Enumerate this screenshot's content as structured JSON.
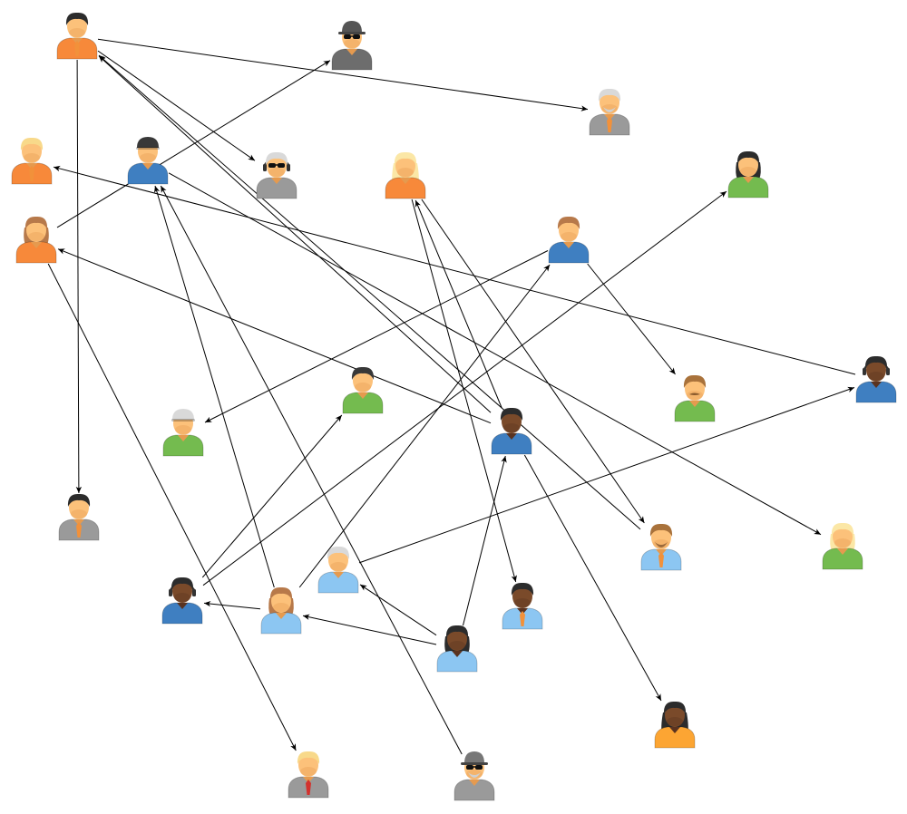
{
  "colors": {
    "skin": "#fcc17a",
    "skin_shade": "#e59a4f",
    "edge": "#000000",
    "shirts": {
      "orange": "#f7893a",
      "blue": "#3f7fc1",
      "light_blue": "#8cc6f2",
      "green": "#74bb4f",
      "gray": "#9a9a9a",
      "dark_gray": "#6d6d6d",
      "bright_orange": "#fca533"
    },
    "hair": {
      "black": "#2c2c2c",
      "dark": "#383838",
      "brown": "#a9723b",
      "blonde": "#f8d98a",
      "light_blonde": "#fbe7a6",
      "gray": "#d9d9d9",
      "auburn": "#b7794a"
    }
  },
  "nodes": [
    {
      "id": "n1",
      "icon": "person-icon",
      "shirt": "orange",
      "hair": "black",
      "skin": "light",
      "accessory": "tie"
    },
    {
      "id": "n2",
      "icon": "spy-icon",
      "shirt": "dark_gray",
      "hair": "dark",
      "skin": "light",
      "accessory": "sunglasses-hat"
    },
    {
      "id": "n3",
      "icon": "person-icon",
      "shirt": "gray",
      "hair": "gray",
      "skin": "light",
      "accessory": "beard-tie"
    },
    {
      "id": "n4",
      "icon": "person-icon",
      "shirt": "orange",
      "hair": "blonde",
      "skin": "light",
      "accessory": "tie"
    },
    {
      "id": "n5",
      "icon": "person-icon",
      "shirt": "blue",
      "hair": "dark",
      "skin": "light",
      "accessory": "cap"
    },
    {
      "id": "n6",
      "icon": "support-icon",
      "shirt": "gray",
      "hair": "gray",
      "skin": "light",
      "accessory": "headset-sunglasses"
    },
    {
      "id": "n7",
      "icon": "person-icon",
      "shirt": "orange",
      "hair": "light_blonde",
      "skin": "light",
      "accessory": "long-hair"
    },
    {
      "id": "n8",
      "icon": "person-icon",
      "shirt": "green",
      "hair": "black",
      "skin": "light",
      "accessory": "bob-hair"
    },
    {
      "id": "n9",
      "icon": "person-icon",
      "shirt": "orange",
      "hair": "auburn",
      "skin": "light",
      "accessory": "bob-hair"
    },
    {
      "id": "n10",
      "icon": "person-icon",
      "shirt": "blue",
      "hair": "auburn",
      "skin": "light",
      "accessory": "none"
    },
    {
      "id": "n11",
      "icon": "person-icon",
      "shirt": "green",
      "hair": "dark",
      "skin": "light",
      "accessory": "none"
    },
    {
      "id": "n12",
      "icon": "person-icon",
      "shirt": "green",
      "hair": "gray",
      "skin": "light",
      "accessory": "cap"
    },
    {
      "id": "n13",
      "icon": "person-icon",
      "shirt": "blue",
      "hair": "black",
      "skin": "dark",
      "accessory": "none"
    },
    {
      "id": "n14",
      "icon": "person-icon",
      "shirt": "green",
      "hair": "brown",
      "skin": "light",
      "accessory": "mustache"
    },
    {
      "id": "n15",
      "icon": "support-icon",
      "shirt": "blue",
      "hair": "black",
      "skin": "dark",
      "accessory": "headset"
    },
    {
      "id": "n16",
      "icon": "person-icon",
      "shirt": "gray",
      "hair": "black",
      "skin": "light",
      "accessory": "tie"
    },
    {
      "id": "n17",
      "icon": "person-icon",
      "shirt": "light_blue",
      "hair": "brown",
      "skin": "light",
      "accessory": "beard-tie"
    },
    {
      "id": "n18",
      "icon": "person-icon",
      "shirt": "green",
      "hair": "light_blonde",
      "skin": "light",
      "accessory": "bob-hair"
    },
    {
      "id": "n19",
      "icon": "person-icon",
      "shirt": "light_blue",
      "hair": "gray",
      "skin": "light",
      "accessory": "none"
    },
    {
      "id": "n20",
      "icon": "support-icon",
      "shirt": "blue",
      "hair": "black",
      "skin": "dark",
      "accessory": "headset"
    },
    {
      "id": "n21",
      "icon": "person-icon",
      "shirt": "light_blue",
      "hair": "auburn",
      "skin": "light",
      "accessory": "bob-hair"
    },
    {
      "id": "n22",
      "icon": "person-icon",
      "shirt": "light_blue",
      "hair": "black",
      "skin": "dark",
      "accessory": "tie"
    },
    {
      "id": "n23",
      "icon": "person-icon",
      "shirt": "light_blue",
      "hair": "black",
      "skin": "dark",
      "accessory": "bob-hair"
    },
    {
      "id": "n24",
      "icon": "person-icon",
      "shirt": "bright_orange",
      "hair": "black",
      "skin": "dark",
      "accessory": "long-hair"
    },
    {
      "id": "n25",
      "icon": "person-icon",
      "shirt": "gray",
      "hair": "blonde",
      "skin": "light",
      "accessory": "red-tie"
    },
    {
      "id": "n26",
      "icon": "spy-icon",
      "shirt": "gray",
      "hair": "gray",
      "skin": "light",
      "accessory": "sunglasses-beard"
    }
  ],
  "edges": [
    {
      "from": "n1",
      "to": "n3"
    },
    {
      "from": "n1",
      "to": "n16"
    },
    {
      "from": "n1",
      "to": "n6"
    },
    {
      "from": "n13",
      "to": "n1"
    },
    {
      "from": "n17",
      "to": "n1"
    },
    {
      "from": "n9",
      "to": "n2"
    },
    {
      "from": "n9",
      "to": "n25"
    },
    {
      "from": "n15",
      "to": "n4"
    },
    {
      "from": "n5",
      "to": "n18"
    },
    {
      "from": "n21",
      "to": "n5"
    },
    {
      "from": "n26",
      "to": "n5"
    },
    {
      "from": "n13",
      "to": "n9"
    },
    {
      "from": "n10",
      "to": "n12"
    },
    {
      "from": "n10",
      "to": "n14"
    },
    {
      "from": "n20",
      "to": "n8"
    },
    {
      "from": "n20",
      "to": "n11"
    },
    {
      "from": "n21",
      "to": "n10"
    },
    {
      "from": "n21",
      "to": "n20"
    },
    {
      "from": "n19",
      "to": "n15"
    },
    {
      "from": "n7",
      "to": "n17"
    },
    {
      "from": "n13",
      "to": "n7"
    },
    {
      "from": "n7",
      "to": "n22"
    },
    {
      "from": "n13",
      "to": "n24"
    },
    {
      "from": "n23",
      "to": "n13"
    },
    {
      "from": "n23",
      "to": "n19"
    },
    {
      "from": "n23",
      "to": "n21"
    }
  ]
}
